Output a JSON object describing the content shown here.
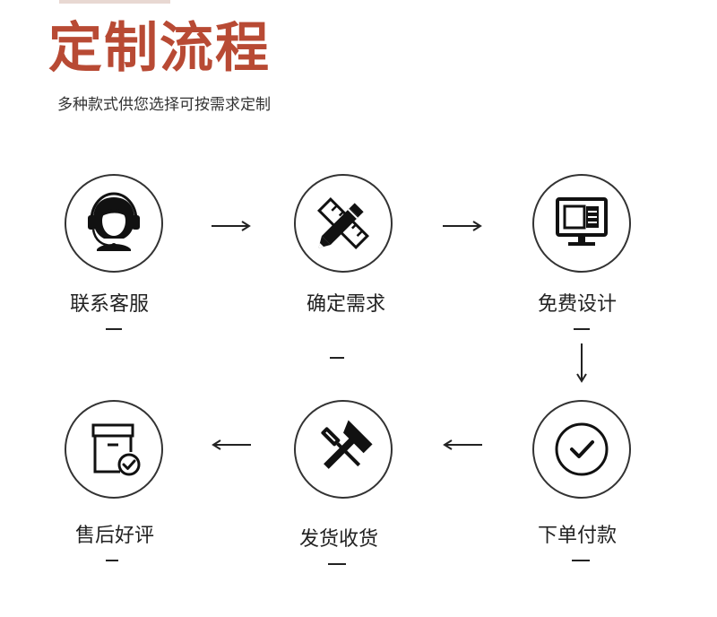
{
  "header": {
    "title": "定制流程",
    "subtitle": "多种款式供您选择可按需求定制"
  },
  "steps": [
    {
      "label": "联系客服",
      "icon": "customer-service-icon"
    },
    {
      "label": "确定需求",
      "icon": "pencil-ruler-icon"
    },
    {
      "label": "免费设计",
      "icon": "monitor-design-icon"
    },
    {
      "label": "下单付款",
      "icon": "checkmark-circle-icon"
    },
    {
      "label": "发货收货",
      "icon": "hammer-screwdriver-icon"
    },
    {
      "label": "售后好评",
      "icon": "box-check-icon"
    }
  ],
  "colors": {
    "title": "#b84a34",
    "line": "#222222"
  }
}
